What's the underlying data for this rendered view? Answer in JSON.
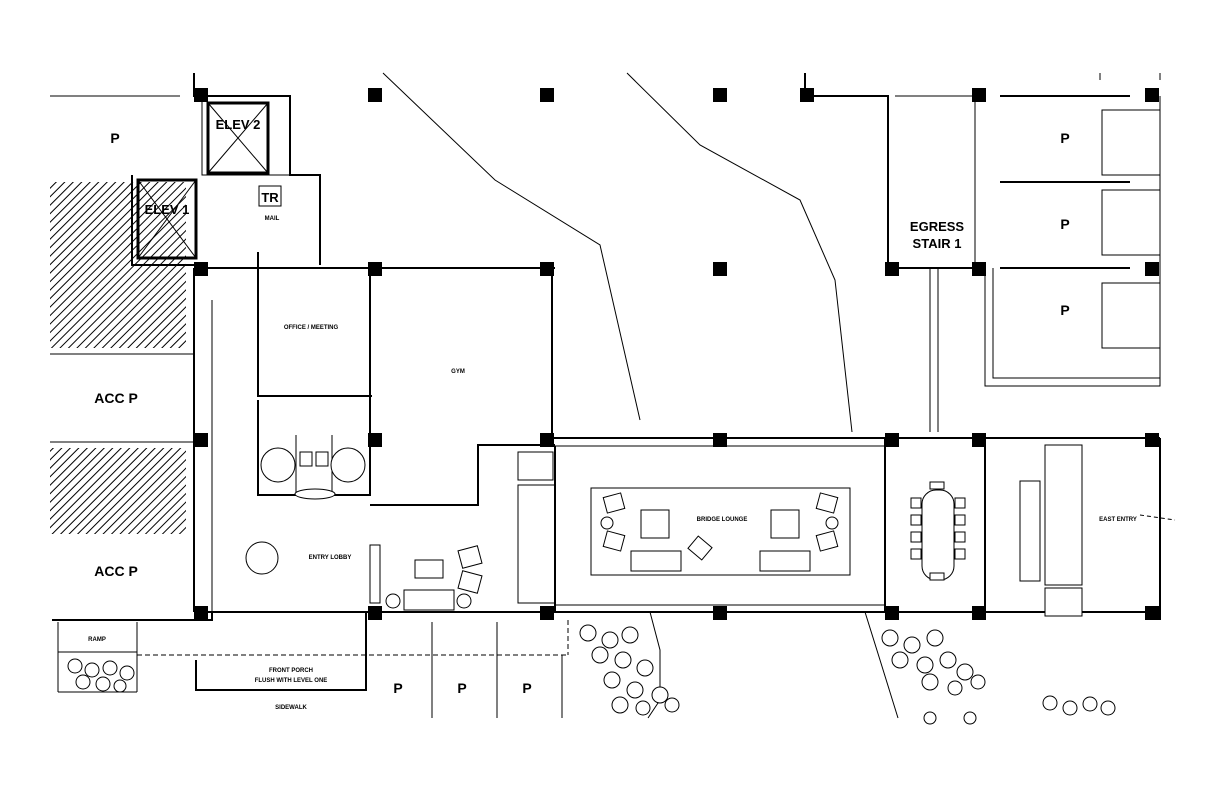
{
  "plan": {
    "parking_label": "P",
    "accessible_parking_label": "ACC P",
    "elev1": "ELEV 1",
    "elev2": "ELEV 2",
    "tr": "TR",
    "mail": "MAIL",
    "office": "OFFICE / MEETING",
    "gym": "GYM",
    "entry_lobby": "ENTRY LOBBY",
    "bridge_lounge": "BRIDGE LOUNGE",
    "east_entry": "EAST ENTRY",
    "egress_stair_line1": "EGRESS",
    "egress_stair_line2": "STAIR 1",
    "ramp": "RAMP",
    "front_porch_line1": "FRONT PORCH",
    "front_porch_line2": "FLUSH WITH LEVEL ONE",
    "sidewalk": "SIDEWALK"
  }
}
